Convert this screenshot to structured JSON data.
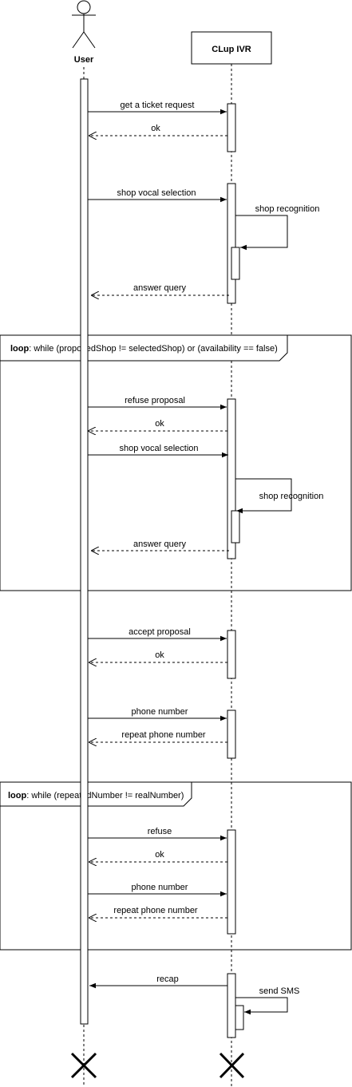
{
  "participants": {
    "user": "User",
    "ivr": "CLup IVR"
  },
  "loops": {
    "loop1": {
      "keyword": "loop",
      "condition": ": while (proposedShop != selectedShop) or (availability == false)"
    },
    "loop2": {
      "keyword": "loop",
      "condition": ": while (repeatedNumber != realNumber)"
    }
  },
  "messages": {
    "m1": "get a ticket request",
    "m2": "ok",
    "m3": "shop vocal selection",
    "m4": "shop recognition",
    "m5": "answer query",
    "m6": "refuse proposal",
    "m7": "ok",
    "m8": "shop vocal selection",
    "m9": "shop recognition",
    "m10": "answer query",
    "m11": "accept proposal",
    "m12": "ok",
    "m13": "phone number",
    "m14": "repeat phone number",
    "m15": "refuse",
    "m16": "ok",
    "m17": "phone number",
    "m18": "repeat phone number",
    "m19": "recap",
    "m20": "send SMS"
  }
}
